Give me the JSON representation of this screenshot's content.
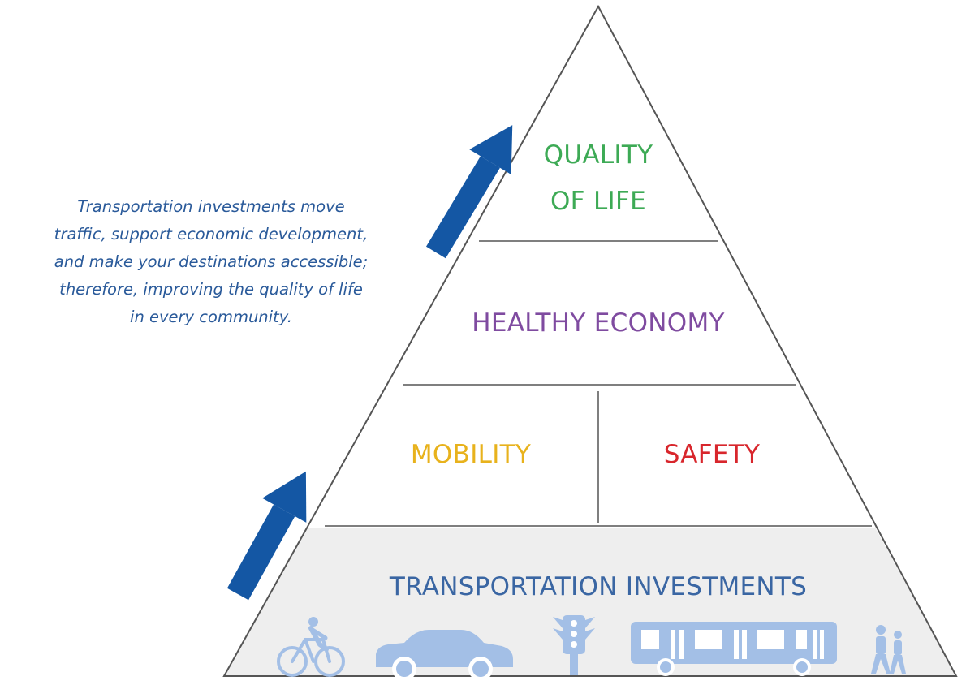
{
  "caption": {
    "lines": [
      "Transportation investments move",
      "traffic, support economic development,",
      "and make your destinations accessible;",
      "therefore, improving the quality of life",
      "in every community."
    ]
  },
  "pyramid": {
    "top": {
      "line1": "QUALITY",
      "line2": "OF LIFE",
      "color": "#3daa55"
    },
    "second": {
      "label": "HEALTHY ECONOMY",
      "color": "#7f4ba0"
    },
    "third_left": {
      "label": "MOBILITY",
      "color": "#e8b21c"
    },
    "third_right": {
      "label": "SAFETY",
      "color": "#d8262c"
    },
    "base": {
      "label": "TRANSPORTATION INVESTMENTS",
      "color": "#3a66a3",
      "fill": "#eeeeee"
    }
  },
  "icons": [
    "bicycle-icon",
    "car-icon",
    "traffic-light-icon",
    "bus-icon",
    "pedestrians-icon"
  ],
  "colors": {
    "arrow": "#1457a4",
    "icon": "#a3bfe6",
    "outline": "#555555"
  }
}
